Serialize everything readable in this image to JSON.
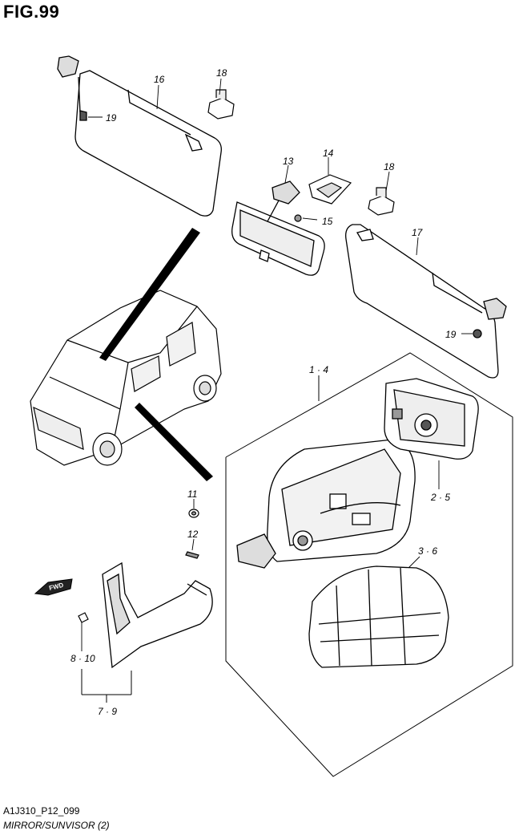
{
  "figure": {
    "title": "FIG.99",
    "code": "A1J310_P12_099",
    "caption": "MIRROR/SUNVISOR (2)"
  },
  "callouts": {
    "c16": "16",
    "c18a": "18",
    "c19a": "19",
    "c13": "13",
    "c14": "14",
    "c15": "15",
    "c18b": "18",
    "c17": "17",
    "c19b": "19",
    "c14b": "1 · 4",
    "c25": "2 · 5",
    "c11": "11",
    "c12": "12",
    "c36": "3 · 6",
    "c810": "8 · 10",
    "c79": "7 · 9"
  },
  "badges": {
    "fwd": "FWD"
  },
  "colors": {
    "line": "#000000",
    "fill": "#ffffff",
    "shade": "#d9d9d9",
    "dark": "#333333"
  }
}
